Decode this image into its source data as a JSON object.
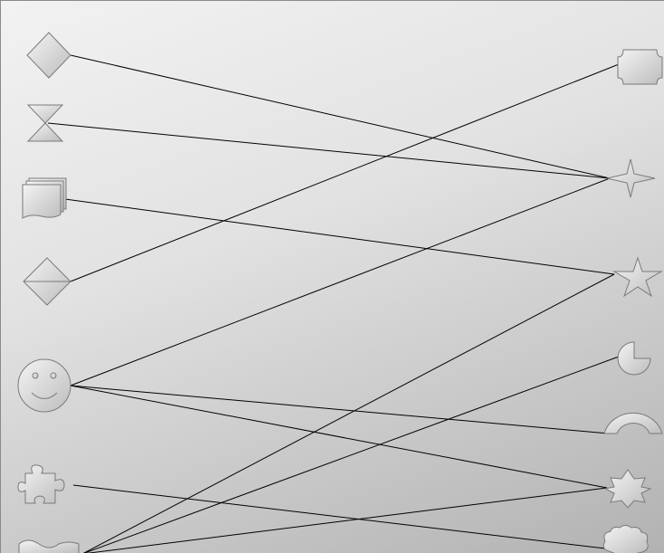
{
  "diagram": {
    "left_nodes": [
      {
        "id": "L1",
        "shape": "diamond-icon"
      },
      {
        "id": "L2",
        "shape": "hourglass-icon"
      },
      {
        "id": "L3",
        "shape": "multi-document-icon"
      },
      {
        "id": "L4",
        "shape": "sort-diamond-icon"
      },
      {
        "id": "L5",
        "shape": "smiley-face-icon"
      },
      {
        "id": "L6",
        "shape": "puzzle-piece-icon"
      },
      {
        "id": "L7",
        "shape": "wave-document-icon"
      }
    ],
    "right_nodes": [
      {
        "id": "R1",
        "shape": "plaque-icon"
      },
      {
        "id": "R2",
        "shape": "four-point-star-icon"
      },
      {
        "id": "R3",
        "shape": "five-point-star-icon"
      },
      {
        "id": "R4",
        "shape": "pie-icon"
      },
      {
        "id": "R5",
        "shape": "block-arc-icon"
      },
      {
        "id": "R6",
        "shape": "seal-icon"
      },
      {
        "id": "R7",
        "shape": "cloud-icon"
      }
    ],
    "connections": [
      {
        "from": "L1",
        "to": "R2"
      },
      {
        "from": "L2",
        "to": "R2"
      },
      {
        "from": "L3",
        "to": "R3"
      },
      {
        "from": "L4",
        "to": "R1"
      },
      {
        "from": "L5",
        "to": "R2"
      },
      {
        "from": "L5",
        "to": "R5"
      },
      {
        "from": "L5",
        "to": "R6"
      },
      {
        "from": "L6",
        "to": "R7"
      },
      {
        "from": "L7",
        "to": "R3"
      },
      {
        "from": "L7",
        "to": "R4"
      },
      {
        "from": "L7",
        "to": "R6"
      }
    ]
  }
}
